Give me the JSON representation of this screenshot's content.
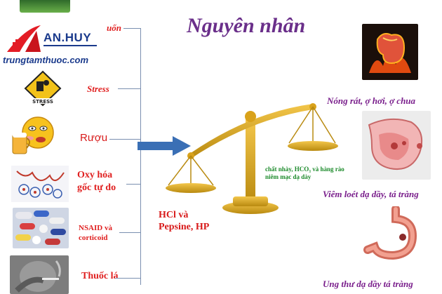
{
  "title": "Nguyên nhân",
  "logo": {
    "brand": "AN.HUY",
    "url": "trungtamthuoc.com"
  },
  "causes": [
    {
      "label": "uốn",
      "icon": "plant-photo"
    },
    {
      "label": "Stress",
      "icon": "stress-sign"
    },
    {
      "label": "Rượu",
      "icon": "drunk-emoji-beer"
    },
    {
      "label": "Oxy hóa gốc tự do",
      "line1": "Oxy hóa",
      "line2": "gốc tự do",
      "icon": "free-radical-diagram"
    },
    {
      "label": "NSAID và corticoid",
      "line1": "NSAID và",
      "line2": "corticoid",
      "icon": "pills-photo"
    },
    {
      "label": "Thuốc lá",
      "icon": "smoking-photo"
    }
  ],
  "scale": {
    "left_line1": "HCl và",
    "left_line2": "Pepsine, HP",
    "right_text": "chất nhày, HCO₃ và hàng rào niêm mạc dạ dày"
  },
  "results": [
    {
      "label": "Nóng rát, ợ hơi, ợ chua",
      "icon": "burning-stomach-image"
    },
    {
      "label": "Viêm loét dạ dầy, tá tràng",
      "icon": "stomach-ulcer-image"
    },
    {
      "label": "Ung thư dạ dầy tá tràng",
      "icon": "stomach-cancer-image"
    }
  ],
  "colors": {
    "title": "#6a2f8a",
    "cause_text": "#e02020",
    "result_text": "#7a1f8c",
    "arrow": "#3a6fb5",
    "scale_gold": "#d9a21b",
    "logo_blue": "#1a3a8c",
    "logo_red": "#e31c25"
  }
}
